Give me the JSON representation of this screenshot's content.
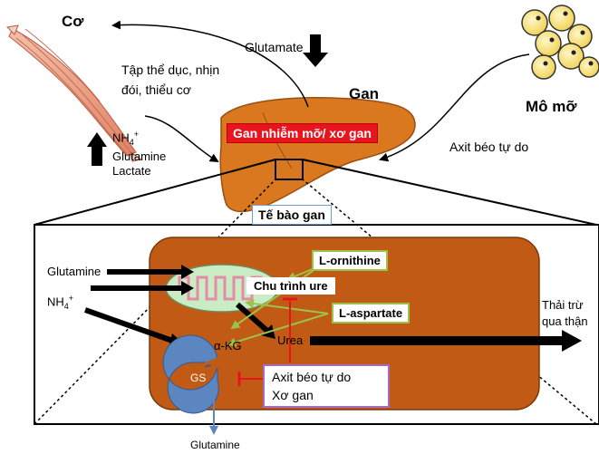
{
  "labels": {
    "muscle": "Cơ",
    "exercise": "Tập thể dục, nhịn đói, thiểu cơ",
    "glutamate": "Glutamate",
    "liver": "Gan",
    "adipose": "Mô mỡ",
    "muscle_out_nh4": "NH",
    "muscle_out_nh4_sub": "4",
    "muscle_out_nh4_sup": "+",
    "muscle_out_glutamine": "Glutamine",
    "muscle_out_lactate": "Lactate",
    "liver_condition": "Gan nhiễm mỡ/ xơ gan",
    "free_fatty_acids": "Axit béo tự do",
    "hepatocyte": "Tế bào gan",
    "glutamine_in": "Glutamine",
    "nh4_in": "NH",
    "nh4_in_sub": "4",
    "nh4_in_sup": "+",
    "l_ornithine": "L-ornithine",
    "urea_cycle": "Chu trình ure",
    "l_aspartate": "L-aspartate",
    "urea": "Urea",
    "alpha_kg": "α-KG",
    "gs": "GS",
    "inhibitor_line1": "Axit béo tự do",
    "inhibitor_line2": "Xơ gan",
    "kidney_excretion": "Thải trừ qua thận",
    "glutamine_out": "Glutamine"
  },
  "colors": {
    "liver_fill": "#d9781f",
    "cell_fill": "#c05a14",
    "mito_fill": "#c9ecc4",
    "gs_fill": "#5b86c0",
    "green_arrow": "#9bc34a",
    "inhibit_red": "#e8141e",
    "condition_red": "#e8141e"
  }
}
